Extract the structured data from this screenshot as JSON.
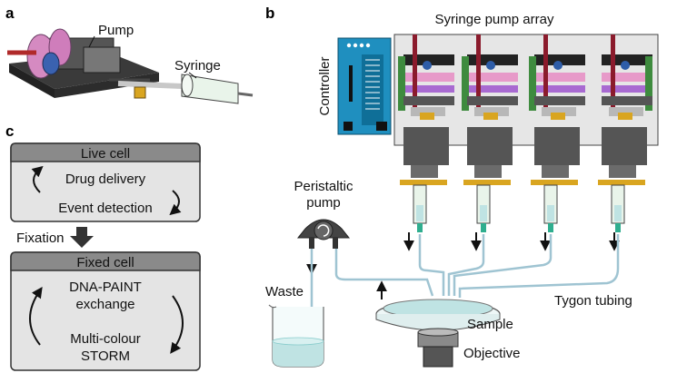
{
  "panels": {
    "a": {
      "letter": "a",
      "pump_label": "Pump",
      "syringe_label": "Syringe"
    },
    "b": {
      "letter": "b",
      "array_label": "Syringe pump array",
      "controller_label": "Controller",
      "peristaltic_label_line1": "Peristaltic",
      "peristaltic_label_line2": "pump",
      "waste_label": "Waste",
      "tubing_label": "Tygon tubing",
      "sample_label": "Sample",
      "objective_label": "Objective"
    },
    "c": {
      "letter": "c",
      "live_title": "Live cell",
      "live_item1": "Drug delivery",
      "live_item2": "Event detection",
      "fixation_label": "Fixation",
      "fixed_title": "Fixed cell",
      "fixed_item1_line1": "DNA-PAINT",
      "fixed_item1_line2": "exchange",
      "fixed_item2_line1": "Multi-colour",
      "fixed_item2_line2": "STORM"
    }
  },
  "colors": {
    "controller": "#1f8fbf",
    "tubing": "#9fc4d2",
    "box_header": "#8a8a8a",
    "box_body": "#e4e4e4",
    "liquid": "#bfe3e3"
  }
}
